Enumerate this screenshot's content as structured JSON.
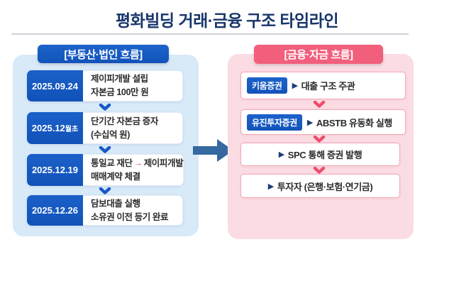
{
  "title": "평화빌딩 거래·금융 구조 타임라인",
  "colors": {
    "title_navy": "#17356B",
    "brand_blue": "#1758C5",
    "left_panel_bg": "#D8E9F8",
    "pink_header": "#F25F7D",
    "right_panel_bg": "#FBDCE3",
    "pink_border": "#F3A7B8",
    "chevron_blue": "#1758C5",
    "chevron_pink": "#EE4D6D",
    "flow_arrow_blue": "#35699F",
    "text_dark": "#2B2B2B"
  },
  "left_panel": {
    "header": "[부동산·법인 흐름]",
    "items": [
      {
        "date": "2025.09.24",
        "line1": "제이피개발 설립",
        "line2": "자본금 100만 원"
      },
      {
        "date": "2025.12",
        "date_suffix": "월초",
        "line1": "단기간 자본금 증자",
        "line2": "(수십억 원)"
      },
      {
        "date": "2025.12.19",
        "line1_pre": "통일교 재단",
        "arrow": "→",
        "line1_post": "제이피개발",
        "line2": "매매계약 체결"
      },
      {
        "date": "2025.12.26",
        "line1": "담보대출 실행",
        "line2": "소유권 이전 등기 완료"
      }
    ]
  },
  "right_panel": {
    "header": "[금융·자금 흐름]",
    "items": [
      {
        "badge": "키움증권",
        "bullet": "▶",
        "text": "대출 구조 주관"
      },
      {
        "badge": "유진투자증권",
        "bullet": "▶",
        "text": "ABSTB 유동화 실행"
      },
      {
        "bullet": "▶",
        "text": "SPC 통해 증권 발행"
      },
      {
        "bullet": "▶",
        "text": "투자자 (은행·보험·연기금)"
      }
    ]
  }
}
